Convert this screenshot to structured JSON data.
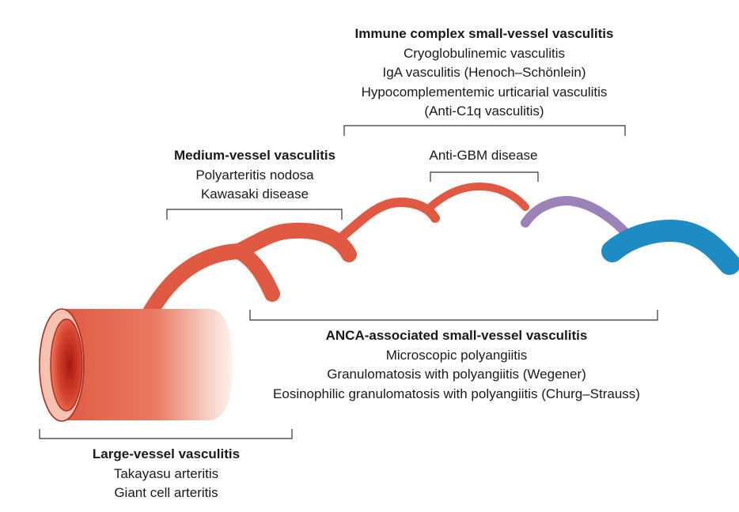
{
  "groups": {
    "immune_complex": {
      "title": "Immune complex small-vessel vasculitis",
      "items": [
        "Cryoglobulinemic vasculitis",
        "IgA vasculitis (Henoch–Schönlein)",
        "Hypocomplementemic urticarial vasculitis",
        "(Anti-C1q vasculitis)"
      ]
    },
    "medium_vessel": {
      "title": "Medium-vessel vasculitis",
      "items": [
        "Polyarteritis nodosa",
        "Kawasaki disease"
      ]
    },
    "anti_gbm": {
      "title": "Anti-GBM disease"
    },
    "anca": {
      "title": "ANCA-associated small-vessel vasculitis",
      "items": [
        "Microscopic polyangiitis",
        "Granulomatosis with polyangiitis (Wegener)",
        "Eosinophilic granulomatosis with polyangiitis (Churg–Strauss)"
      ]
    },
    "large_vessel": {
      "title": "Large-vessel vasculitis",
      "items": [
        "Takayasu arteritis",
        "Giant cell arteritis"
      ]
    }
  },
  "colors": {
    "artery": "#e05a43",
    "capillary": "#9b82b8",
    "vein": "#1e8bc3",
    "bracket": "#333333"
  }
}
